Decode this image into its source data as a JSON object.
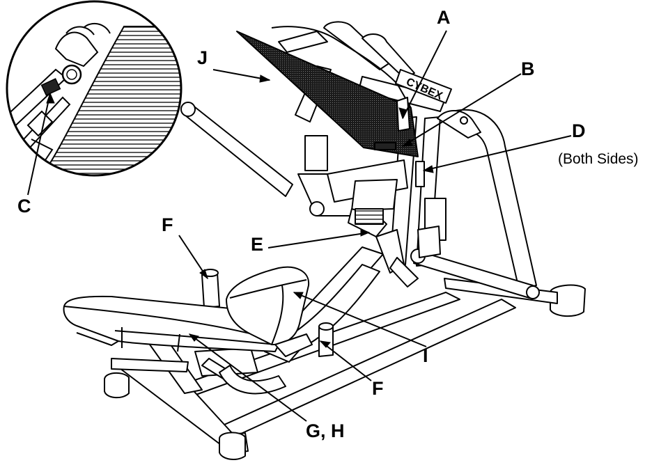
{
  "labels": {
    "a": "A",
    "b": "B",
    "c": "C",
    "d": "D",
    "d_note": "(Both Sides)",
    "e": "E",
    "f_upper": "F",
    "f_lower": "F",
    "gh": "G, H",
    "i": "I",
    "j": "J"
  },
  "brand_logo_text": "CYBEX",
  "colors": {
    "line": "#000000",
    "background": "#ffffff",
    "pad": "#1a1a1a"
  }
}
